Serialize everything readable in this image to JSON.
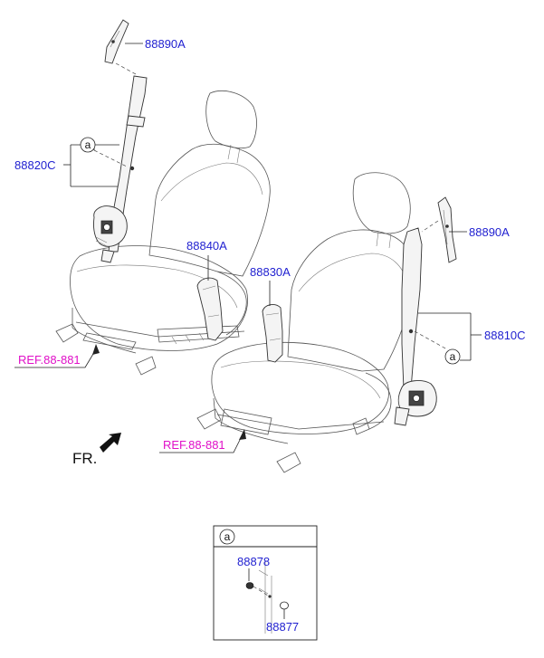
{
  "parts": {
    "p88890A_left": "88890A",
    "p88820C": "88820C",
    "p88840A": "88840A",
    "p88830A": "88830A",
    "p88890A_right": "88890A",
    "p88810C": "88810C",
    "p88878": "88878",
    "p88877": "88877"
  },
  "references": {
    "ref_left": "REF.88-881",
    "ref_right": "REF.88-881"
  },
  "callouts": {
    "a_left": "a",
    "a_right": "a",
    "a_detail": "a"
  },
  "direction": {
    "label": "FR."
  },
  "colors": {
    "part_label": "#1f1fd0",
    "ref_label": "#e010c8"
  }
}
